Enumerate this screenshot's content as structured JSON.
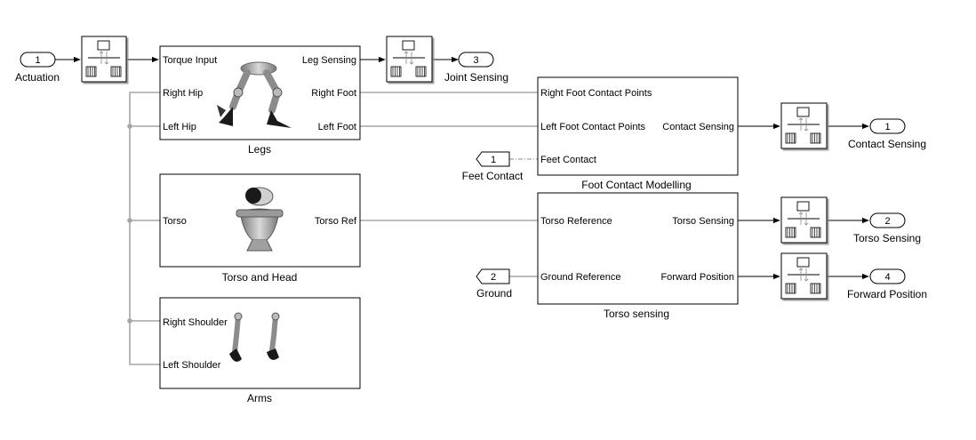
{
  "diagram": {
    "inports": {
      "actuation": {
        "num": "1",
        "label": "Actuation"
      },
      "feet_contact": {
        "num": "1",
        "label": "Feet Contact"
      },
      "ground": {
        "num": "2",
        "label": "Ground"
      }
    },
    "outports": {
      "joint_sensing": {
        "num": "3",
        "label": "Joint Sensing"
      },
      "contact_sensing": {
        "num": "1",
        "label": "Contact Sensing"
      },
      "torso_sensing": {
        "num": "2",
        "label": "Torso Sensing"
      },
      "forward_position": {
        "num": "4",
        "label": "Forward Position"
      }
    },
    "blocks": {
      "legs": {
        "name": "Legs",
        "ports": {
          "torque_input": "Torque Input",
          "right_hip": "Right Hip",
          "left_hip": "Left Hip",
          "leg_sensing": "Leg Sensing",
          "right_foot": "Right Foot",
          "left_foot": "Left Foot"
        }
      },
      "torso_head": {
        "name": "Torso and Head",
        "ports": {
          "torso": "Torso",
          "torso_ref": "Torso Ref"
        }
      },
      "arms": {
        "name": "Arms",
        "ports": {
          "right_shoulder": "Right Shoulder",
          "left_shoulder": "Left Shoulder"
        }
      },
      "foot_contact": {
        "name": "Foot Contact Modelling",
        "ports": {
          "right_points": "Right Foot Contact Points",
          "left_points": "Left Foot Contact Points",
          "feet_contact": "Feet Contact",
          "contact_sensing": "Contact Sensing"
        }
      },
      "torso_sensing": {
        "name": "Torso sensing",
        "ports": {
          "torso_reference": "Torso Reference",
          "ground_reference": "Ground Reference",
          "torso_sensing": "Torso Sensing",
          "forward_position": "Forward Position"
        }
      }
    },
    "colors": {
      "physical_line": "#a6a6a6",
      "signal_line": "#000000",
      "robot_gray": "#8c8c8c",
      "robot_dark": "#1a1a1a"
    }
  }
}
